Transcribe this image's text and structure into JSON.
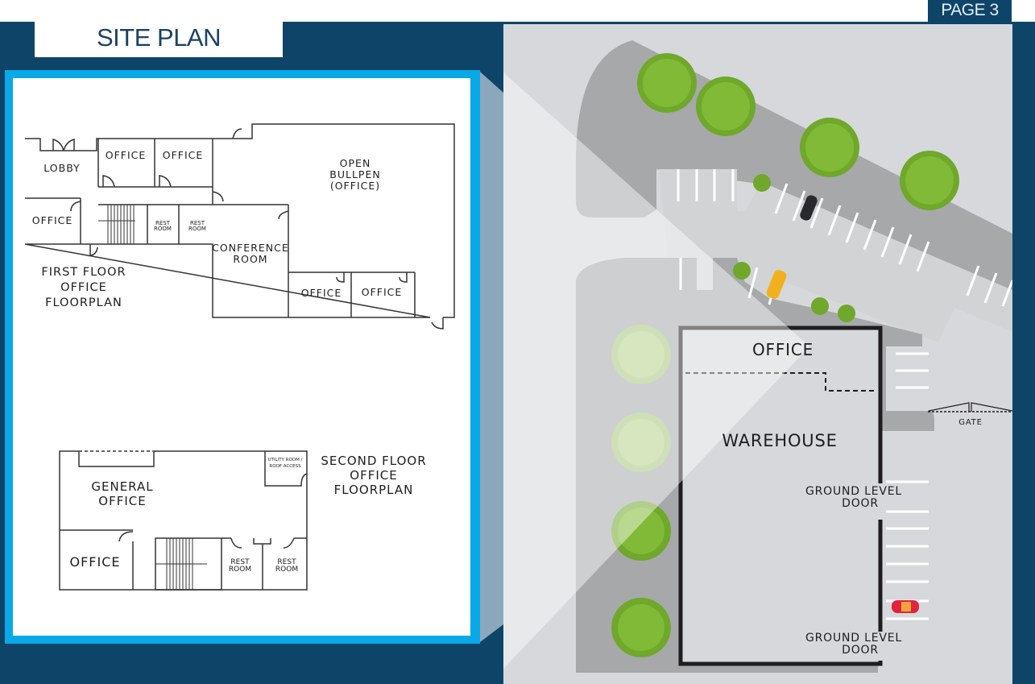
{
  "header": {
    "page_label": "PAGE 3",
    "title": "SITE PLAN"
  },
  "colors": {
    "navy": "#0e4468",
    "accent_blue": "#09a9e8",
    "title_text": "#1b4264",
    "map_background": "#d6d8db",
    "paved_dark": "#a7a8aa",
    "tree_green": "#6fa82a"
  },
  "first_floor": {
    "caption": [
      "FIRST FLOOR",
      "OFFICE",
      "FLOORPLAN"
    ],
    "rooms": {
      "lobby": "LOBBY",
      "office_1": "OFFICE",
      "office_2": "OFFICE",
      "office_3": "OFFICE",
      "rest_room_1": [
        "REST",
        "ROOM"
      ],
      "rest_room_2": [
        "REST",
        "ROOM"
      ],
      "bullpen": [
        "OPEN",
        "BULLPEN",
        "(OFFICE)"
      ],
      "conference": [
        "CONFERENCE",
        "ROOM"
      ],
      "office_4": "OFFICE",
      "office_5": "OFFICE"
    }
  },
  "second_floor": {
    "caption": [
      "SECOND FLOOR",
      "OFFICE",
      "FLOORPLAN"
    ],
    "rooms": {
      "general_office": [
        "GENERAL",
        "OFFICE"
      ],
      "utility": [
        "UTILITY ROOM /",
        "ROOF ACCESS"
      ],
      "office": "OFFICE",
      "rest_room_1": [
        "REST",
        "ROOM"
      ],
      "rest_room_2": [
        "REST",
        "ROOM"
      ]
    }
  },
  "site_map": {
    "office_label": "OFFICE",
    "warehouse_label": "WAREHOUSE",
    "door_1": [
      "GROUND LEVEL",
      "DOOR"
    ],
    "door_2": [
      "GROUND LEVEL",
      "DOOR"
    ],
    "gate_label": "GATE",
    "icons": [
      "tree-icon",
      "car-icon"
    ]
  }
}
